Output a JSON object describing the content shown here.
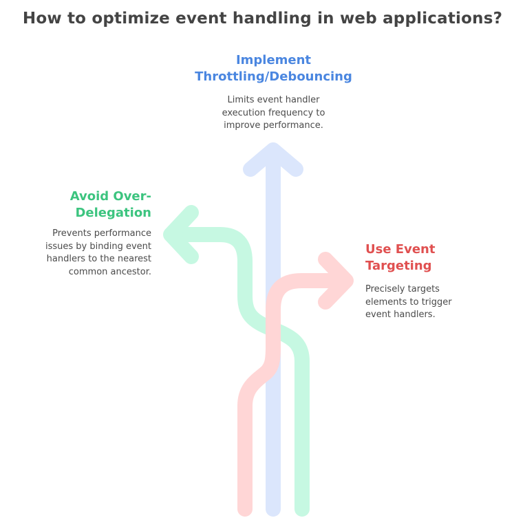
{
  "title": "How to optimize event handling in web applications?",
  "colors": {
    "title": "#444444",
    "text": "#4a4a4a",
    "blue_heading": "#4a86e0",
    "green_heading": "#3cc47f",
    "red_heading": "#e05050",
    "blue_arrow": "#dbe6fc",
    "green_arrow": "#c6f8e2",
    "red_arrow": "#ffd6d6"
  },
  "branches": {
    "top": {
      "heading": "Implement Throttling/Debouncing",
      "heading_line1": "Implement",
      "heading_line2": "Throttling/Debouncing",
      "description": "Limits event handler execution frequency to improve performance.",
      "desc_lines": [
        "Limits event handler",
        "execution frequency to",
        "improve performance."
      ],
      "arrow_direction": "up",
      "color": "blue"
    },
    "left": {
      "heading": "Avoid Over-Delegation",
      "heading_line1": "Avoid Over-",
      "heading_line2": "Delegation",
      "description": "Prevents performance issues by binding event handlers to the nearest common ancestor.",
      "desc_lines": [
        "Prevents performance",
        "issues by binding event",
        "handlers to the nearest",
        "common ancestor."
      ],
      "arrow_direction": "left",
      "color": "green"
    },
    "right": {
      "heading": "Use Event Targeting",
      "heading_line1": "Use Event",
      "heading_line2": "Targeting",
      "description": "Precisely targets elements to trigger event handlers.",
      "desc_lines": [
        "Precisely targets",
        "elements to trigger",
        "event handlers."
      ],
      "arrow_direction": "right",
      "color": "red"
    }
  }
}
